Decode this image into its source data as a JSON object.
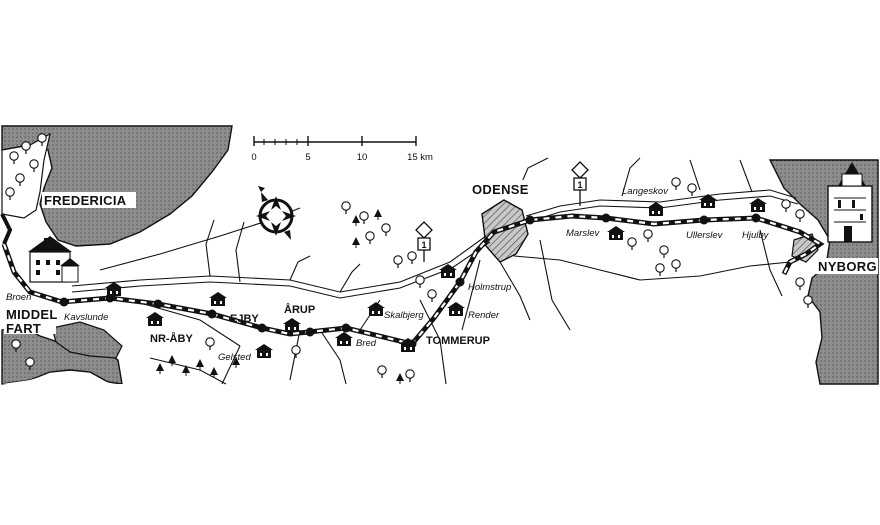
{
  "scale_bar": {
    "ticks": [
      "0",
      "5",
      "10",
      "15 km"
    ]
  },
  "towns": {
    "fredericia": "FREDERICIA",
    "middelfart_1": "MIDDEL",
    "middelfart_2": "FART",
    "nr_aaby": "NR-ÅBY",
    "ejby": "EJBY",
    "aarup": "ÅRUP",
    "tommerup": "TOMMERUP",
    "odense": "ODENSE",
    "nyborg": "NYBORG"
  },
  "places": {
    "broen": "Broen",
    "kavslunde": "Kavslunde",
    "gelsted": "Gelsted",
    "bred": "Bred",
    "skalbjerg": "Skalbjerg",
    "holmstrup": "Holmstrup",
    "render": "Render",
    "marslev": "Marslev",
    "langeskov": "Langeskov",
    "ullerslev": "Ullerslev",
    "hjulby": "Hjulby"
  },
  "road_signs": [
    "1",
    "1"
  ],
  "colors": {
    "ink": "#111111",
    "sea": "#8a8a8a",
    "paper": "#ffffff"
  },
  "icons": [
    "compass-rose-icon",
    "town-house-icon",
    "tree-icon",
    "castle-icon",
    "road-sign-icon"
  ]
}
